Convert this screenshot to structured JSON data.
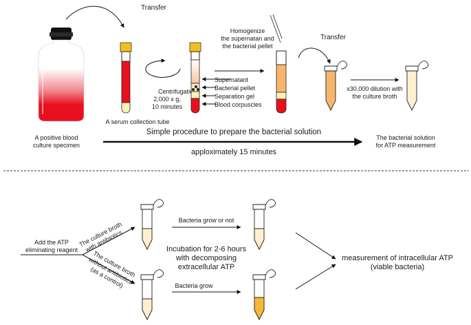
{
  "top": {
    "transfer1": "Transfer",
    "specimen_label": [
      "A positive blood",
      "culture specimen"
    ],
    "serum_tube_label": "A serum collection tube",
    "centrifugation": [
      "Centrifugation",
      "2,000 x g,",
      "10 minutes"
    ],
    "layers": [
      "Supernatant",
      "Bacterial pellet",
      "Separation gel",
      "Blood corpuscles"
    ],
    "homogenize": [
      "Homogenize",
      "the supernatan and",
      "the bacterial pellet"
    ],
    "transfer2": "Transfer",
    "dilution": [
      "x30,000 dilution with",
      "the culture broth"
    ],
    "procedure_title": "Simple procedure to prepare the bacterial solution",
    "procedure_time": "apploximately 15 minutes",
    "solution_label": [
      "The bacterial solution",
      "for ATP measurement"
    ]
  },
  "bottom": {
    "add_reagent": [
      "Add the ATP",
      "eliminating reagent"
    ],
    "with_antibiotics": [
      "The culture broth",
      "with antibiotics"
    ],
    "without_antibiotics": [
      "The culture broth",
      "without antibiotics",
      "(as a control)"
    ],
    "grow_or_not": "Bacteria grow or  not",
    "grow": "Bacteria grow",
    "incubation": [
      "Incubation for 2-6 hours",
      "with decomposing",
      "extracellular ATP"
    ],
    "measurement": [
      "measurement of intracellular ATP",
      "(viable bacteria)"
    ]
  },
  "colors": {
    "blood": "#e8101e",
    "cap": "#f2c01c",
    "serum": "#fdf3b8",
    "orange": "#f7b66a",
    "light_orange": "#fde2bc",
    "pale": "#fdf0d0",
    "grown": "#f5b93a"
  }
}
